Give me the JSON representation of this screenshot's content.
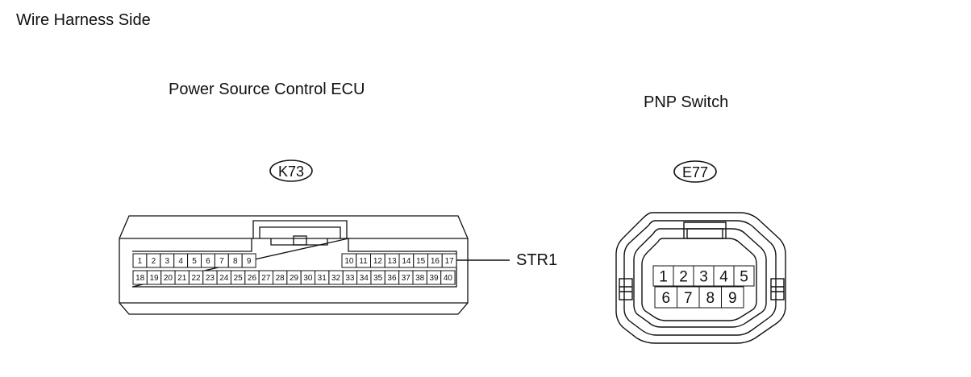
{
  "heading": "Wire Harness Side",
  "ecu": {
    "title": "Power Source Control ECU",
    "connector_id": "K73",
    "top_row_left": [
      "1",
      "2",
      "3",
      "4",
      "5",
      "6",
      "7",
      "8",
      "9"
    ],
    "top_row_right": [
      "10",
      "11",
      "12",
      "13",
      "14",
      "15",
      "16",
      "17"
    ],
    "bottom_row": [
      "18",
      "19",
      "20",
      "21",
      "22",
      "23",
      "24",
      "25",
      "26",
      "27",
      "28",
      "29",
      "30",
      "31",
      "32",
      "33",
      "34",
      "35",
      "36",
      "37",
      "38",
      "39",
      "40"
    ],
    "signal_label": "STR1"
  },
  "pnp": {
    "title": "PNP Switch",
    "connector_id": "E77",
    "top_row": [
      "1",
      "2",
      "3",
      "4",
      "5"
    ],
    "bottom_row": [
      "6",
      "7",
      "8",
      "9"
    ]
  }
}
